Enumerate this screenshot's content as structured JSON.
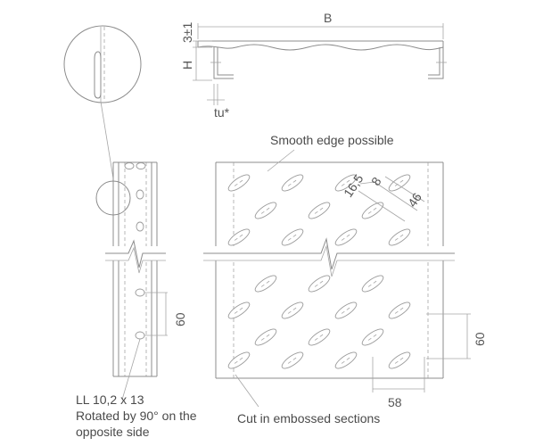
{
  "labels": {
    "smooth_edge": "Smooth edge possible",
    "slot_line1": "LL 10,2 x 13",
    "slot_line2": "Rotated by 90° on the",
    "slot_line3": "opposite side",
    "cut_embossed": "Cut in embossed sections"
  },
  "dimensions": {
    "B": "B",
    "H": "H",
    "tolerance": "3±1",
    "tu": "tu*",
    "d16_5": "16,5",
    "d8": "8",
    "d46": "46",
    "d60_side": "60",
    "d60_right": "60",
    "d58": "58"
  }
}
